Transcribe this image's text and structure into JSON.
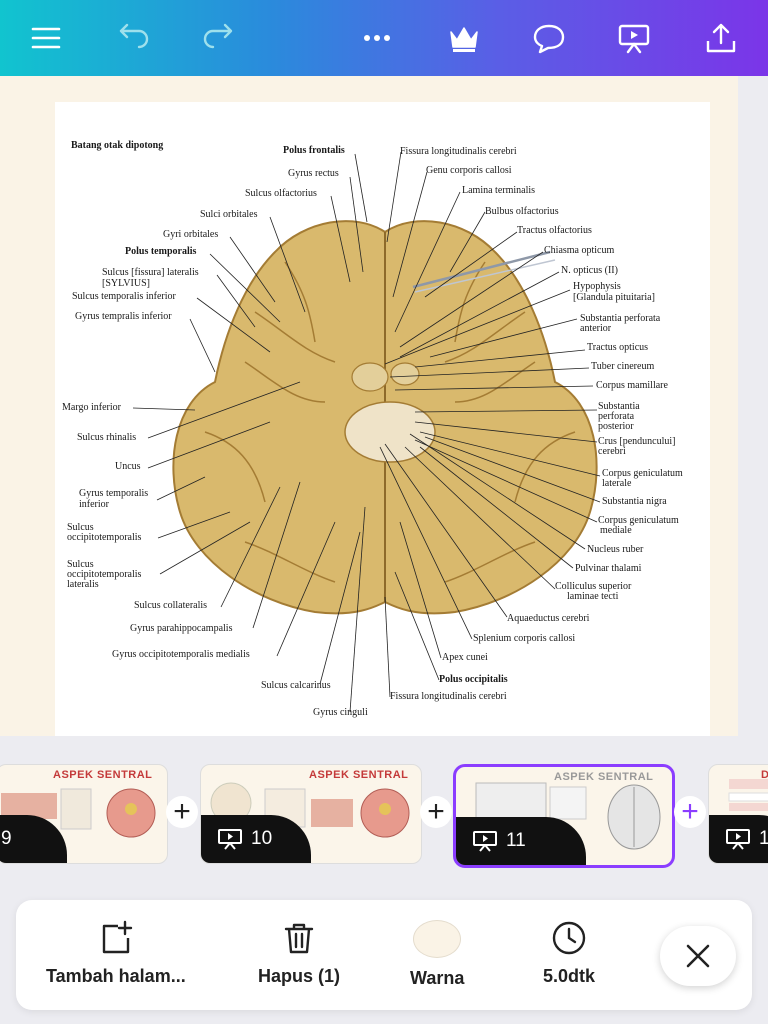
{
  "toolbar": {
    "menu_icon": "hamburger-icon",
    "undo_icon": "undo-icon",
    "redo_icon": "redo-icon",
    "more_icon": "more-dots-icon",
    "premium_icon": "crown-icon",
    "comment_icon": "comment-icon",
    "present_icon": "present-icon",
    "share_icon": "upload-icon"
  },
  "slide": {
    "heading": "Batang otak dipotong",
    "left_labels": [
      "Polus frontalis",
      "Gyrus rectus",
      "Sulcus olfactorius",
      "Sulci orbitales",
      "Gyri orbitales",
      "Polus temporalis",
      "Sulcus [fissura] lateralis",
      "[SYLVIUS]",
      "Sulcus temporalis inferior",
      "Gyrus tempralis inferior",
      "Margo inferior",
      "Sulcus rhinalis",
      "Uncus",
      "Gyrus temporalis",
      "inferior",
      "Sulcus",
      "occipitotemporalis",
      "Sulcus",
      "occipitotemporalis",
      "lateralis",
      "Sulcus collateralis",
      "Gyrus parahippocampalis",
      "Gyrus occipitotemporalis medialis",
      "Sulcus calcarinus",
      "Gyrus cinguli"
    ],
    "right_labels": [
      "Fissura longitudinalis cerebri",
      "Genu corporis callosi",
      "Lamina terminalis",
      "Bulbus olfactorius",
      "Tractus olfactorius",
      "Chiasma opticum",
      "N. opticus (II)",
      "Hypophysis",
      "[Glandula pituitaria]",
      "Substantia perforata",
      "anterior",
      "Tractus opticus",
      "Tuber cinereum",
      "Corpus mamillare",
      "Substantia",
      "perforata",
      "posterior",
      "Crus [penduncului]",
      "cerebri",
      "Corpus geniculatum",
      "laterale",
      "Substantia nigra",
      "Corpus geniculatum",
      "mediale",
      "Nucleus ruber",
      "Pulvinar thalami",
      "Colliculus superior",
      "laminae tecti",
      "Aquaeductus cerebri",
      "Splenium corporis callosi",
      "Apex cunei",
      "Polus occipitalis",
      "Fissura longitudinalis cerebri"
    ]
  },
  "thumbnails": [
    {
      "title": "ASPEK SENTRAL",
      "number": "9"
    },
    {
      "title": "ASPEK SENTRAL",
      "number": "10"
    },
    {
      "title": "ASPEK SENTRAL",
      "number": "11"
    },
    {
      "title": "D",
      "number": "1"
    }
  ],
  "bottom": {
    "add_page": "Tambah halam...",
    "delete": "Hapus (1)",
    "color": "Warna",
    "duration": "5.0dtk",
    "color_swatch": "#faf3e6"
  },
  "colors": {
    "accent": "#8b3dff",
    "brain": "#d8b86c",
    "title_red": "#c43a3a"
  }
}
